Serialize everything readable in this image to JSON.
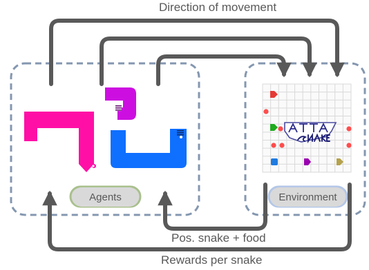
{
  "labels": {
    "top": "Direction of movement",
    "middle": "Pos. snake + food",
    "bottom": "Rewards per snake"
  },
  "agents_box": {
    "label": "Agents"
  },
  "environment_box": {
    "label": "Environment",
    "logo_text": "ATTA SNAKE"
  },
  "colors": {
    "arrow": "#595959",
    "dashed_border": "#8497b0",
    "agents_pill_border": "#a9c08d",
    "environment_pill_border": "#b4c7e7",
    "pill_fill": "#d9d9d9",
    "grid_line": "#d9d9d9",
    "snake_pink": "#ff0fa6",
    "snake_purple": "#cc0fe0",
    "snake_blue": "#0f6fff",
    "food": "#ff4d4d"
  }
}
